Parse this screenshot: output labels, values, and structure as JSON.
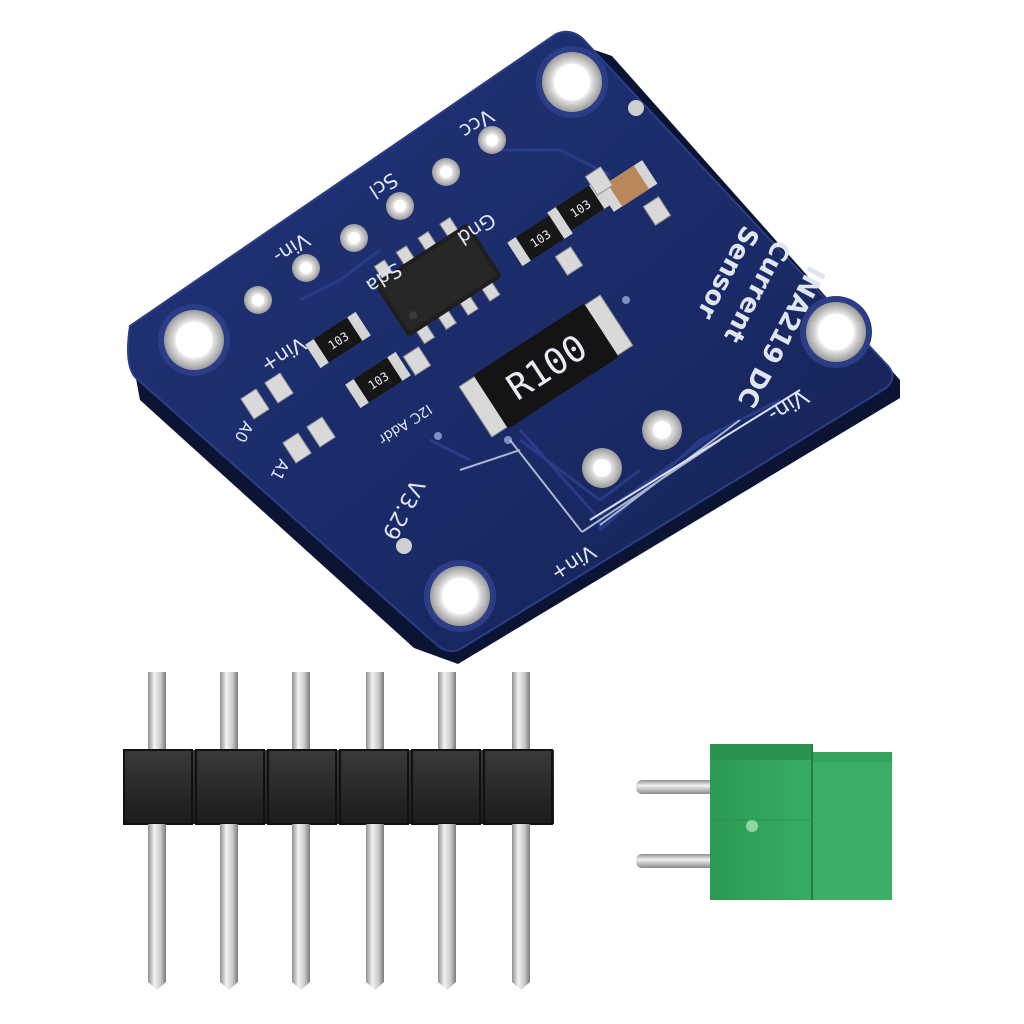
{
  "board": {
    "title_line1": "INA219 DC",
    "title_line2": "Current",
    "title_line3": "Sensor",
    "pin_vcc": "Vcc",
    "pin_gnd": "Gnd",
    "pin_scl": "Scl",
    "pin_sda": "Sda",
    "pin_vin_minus": "Vin-",
    "pin_vin_plus": "Vin+",
    "terminal_vin_minus": "Vin-",
    "terminal_vin_plus": "Vin+",
    "shunt_resistor_marking": "R100",
    "version": "V3.29",
    "smd_resistor_marking": "103",
    "smd_resistor_marking_2": "103",
    "smd_resistor_marking_3": "103",
    "smd_resistor_marking_4": "103",
    "label_a0": "A0",
    "label_a1": "A1",
    "label_i2c_addr": "I2C Addr",
    "pcb_color": "#1a2a66"
  },
  "accessories": {
    "pin_header_pin_count": 6,
    "terminal_block_color": "#2fa25a"
  }
}
